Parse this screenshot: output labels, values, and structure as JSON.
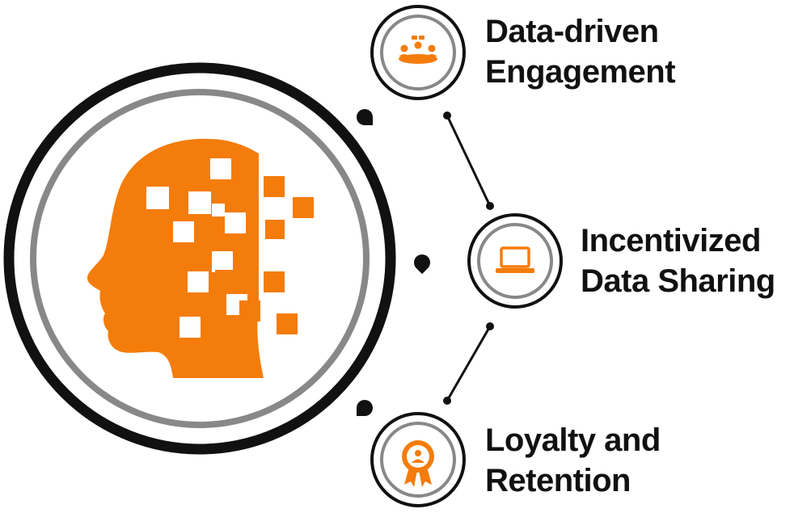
{
  "colors": {
    "accent": "#F47C0B",
    "outer_ring": "#111111",
    "inner_ring": "#888888",
    "text": "#111111"
  },
  "items": [
    {
      "line1": "Data-driven",
      "line2": "Engagement",
      "icon": "meeting-group-icon"
    },
    {
      "line1": "Incentivized",
      "line2": "Data Sharing",
      "icon": "laptop-icon"
    },
    {
      "line1": "Loyalty and",
      "line2": "Retention",
      "icon": "award-badge-icon"
    }
  ],
  "central_icon": "digital-head-profile-icon"
}
